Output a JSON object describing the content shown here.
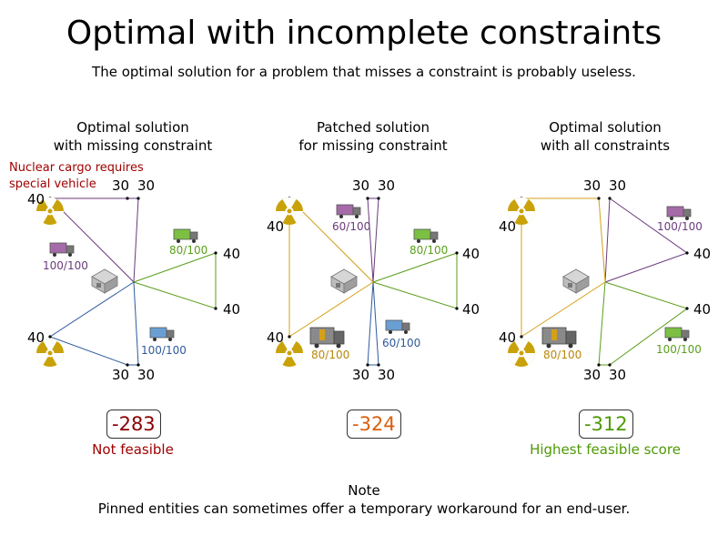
{
  "title": "Optimal with incomplete constraints",
  "subtitle": "The optimal solution for a problem that misses a constraint is probably useless.",
  "warning": "Nuclear cargo requires\nspecial vehicle",
  "colors": {
    "purple": "#6b3a7d",
    "green": "#5a9e1a",
    "blue": "#2e5a9c",
    "orange": "#d4a017",
    "dark_red": "#8b0000",
    "score_orange": "#d9600f",
    "score_green": "#4e9a06"
  },
  "icons": [
    "depot-icon",
    "truck-icon",
    "nuclear-icon"
  ],
  "panels": [
    {
      "title": "Optimal solution\nwith missing constraint",
      "labels": [
        "30",
        "30",
        "40",
        "40",
        "40",
        "40",
        "30",
        "30"
      ],
      "caps": [
        "80/100",
        "100/100",
        "100/100"
      ],
      "score": "-283",
      "status": "Not feasible"
    },
    {
      "title": "Patched solution\nfor missing constraint",
      "labels": [
        "30",
        "30",
        "40",
        "40",
        "40",
        "40",
        "30",
        "30"
      ],
      "caps": [
        "60/100",
        "80/100",
        "80/100",
        "60/100"
      ],
      "score": "-324",
      "status": ""
    },
    {
      "title": "Optimal solution\nwith all constraints",
      "labels": [
        "30",
        "30",
        "40",
        "40",
        "40",
        "40",
        "30",
        "30"
      ],
      "caps": [
        "100/100",
        "80/100",
        "100/100"
      ],
      "score": "-312",
      "status": "Highest feasible score"
    }
  ],
  "note": {
    "heading": "Note",
    "text": "Pinned entities can sometimes offer a temporary workaround for an end-user."
  }
}
